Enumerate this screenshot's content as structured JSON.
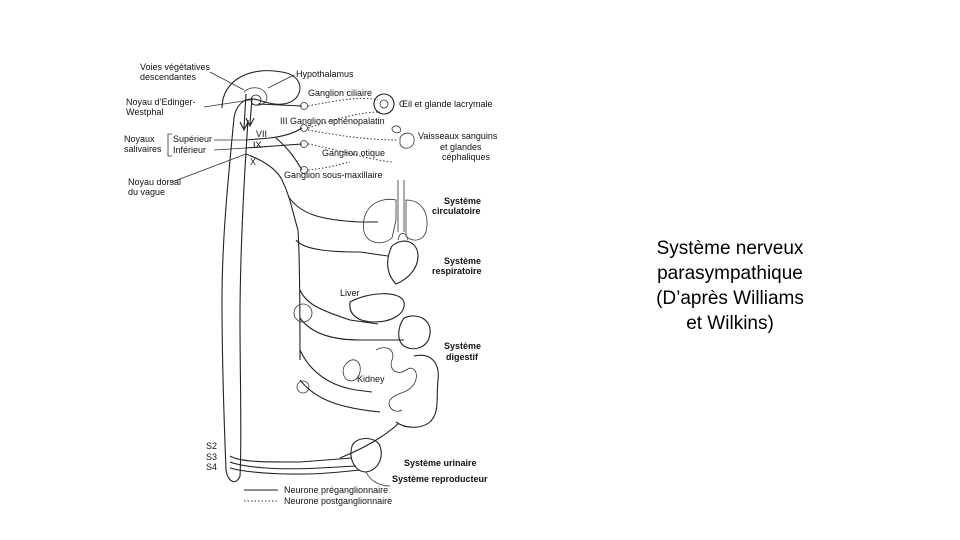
{
  "caption": {
    "lines": [
      "Système nerveux",
      "parasympathique",
      "(D’après Williams",
      "et Wilkins)"
    ]
  },
  "diagram": {
    "left_labels": {
      "voies_1": "Voies végétatives",
      "voies_2": "descendantes",
      "edinger_1": "Noyau d’Edinger-",
      "edinger_2": "Westphal",
      "noyaux": "Noyaux",
      "salivaires": "salivaires",
      "superieur": "Supérieur",
      "inferieur": "Inférieur",
      "vague_1": "Noyau dorsal",
      "vague_2": "du vague"
    },
    "nerve_labels": {
      "iii": "III",
      "vii": "VII",
      "ix": "IX",
      "x": "X"
    },
    "ganglia": {
      "hypothalamus": "Hypothalamus",
      "ciliaire": "Ganglion ciliaire",
      "sphenopalatin": "Ganglion sphénopalatin",
      "otique": "Ganglion otique",
      "sous_maxillaire": "Ganglion sous-maxillaire"
    },
    "targets": {
      "oeil": "Œil et glande lacrymale",
      "vaisseaux_1": "Vaisseaux sanguins",
      "vaisseaux_2": "et glandes",
      "vaisseaux_3": "céphaliques",
      "liver": "Liver",
      "kidney": "Kidney"
    },
    "systems": {
      "circ_1": "Système",
      "circ_2": "circulatoire",
      "resp_1": "Système",
      "resp_2": "respiratoire",
      "dig_1": "Système",
      "dig_2": "digestif",
      "urinaire": "Système urinaire",
      "reproducteur": "Système reproducteur"
    },
    "sacral": {
      "s2": "S2",
      "s3": "S3",
      "s4": "S4"
    },
    "legend": {
      "pre": "Neurone préganglionnaire",
      "post": "Neurone postganglionnaire"
    }
  }
}
